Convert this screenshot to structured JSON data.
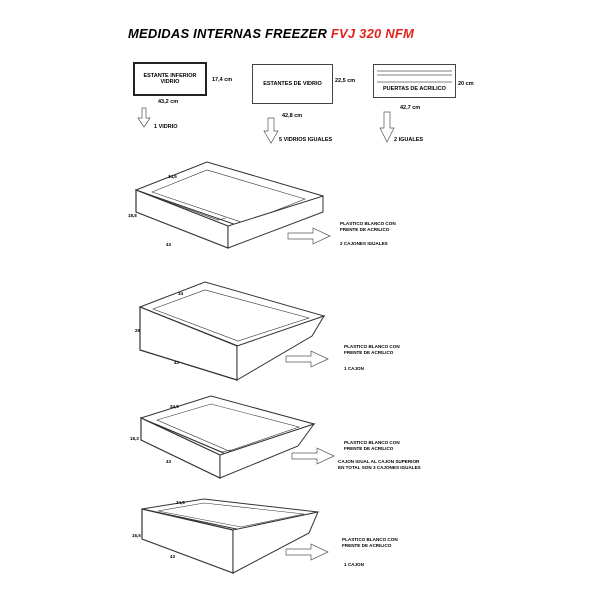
{
  "header": {
    "title": "MEDIDAS INTERNAS FREEZER",
    "model": "FVJ 320 NFM"
  },
  "shelves": [
    {
      "label_line1": "ESTANTE INFERIOR",
      "label_line2": "VIDRIO",
      "width": "43,2 cm",
      "depth": "17,4 cm",
      "quantity": "1 VIDRIO"
    },
    {
      "label_line1": "ESTANTES DE VIDRIO",
      "label_line2": "",
      "width": "42,8 cm",
      "depth": "22,5 cm",
      "quantity": "5 VIDRIOS IGUALES"
    },
    {
      "label_line1": "PUERTAS DE ACRILICO",
      "label_line2": "",
      "width": "42,7 cm",
      "depth": "20 cm",
      "quantity": "2 IGUALES"
    }
  ],
  "drawers": [
    {
      "depth": "34,5",
      "height": "18,8",
      "width": "43",
      "desc_line1": "PLASTICO BLANCO CON",
      "desc_line2": "FRENTE DE ACRILICO",
      "note_line1": "2 CAJONES IGUALES",
      "note_line2": ""
    },
    {
      "depth": "34",
      "height": "26",
      "width": "43",
      "desc_line1": "PLASTICO BLANCO CON",
      "desc_line2": "FRENTE DE ACRILICO",
      "note_line1": "1 CAJON",
      "note_line2": ""
    },
    {
      "depth": "34,5",
      "height": "18,3",
      "width": "43",
      "desc_line1": "PLASTICO BLANCO CON",
      "desc_line2": "FRENTE DE ACRILICO",
      "note_line1": "CAJON IGUAL AL CAJON SUPERIOR",
      "note_line2": "EN TOTAL SON 3 CAJONES IGUALES"
    },
    {
      "depth": "34,5",
      "height": "16,5",
      "width": "43",
      "desc_line1": "PLASTICO BLANCO CON",
      "desc_line2": "FRENTE DE ACRILICO",
      "note_line1": "1 CAJON",
      "note_line2": ""
    }
  ]
}
